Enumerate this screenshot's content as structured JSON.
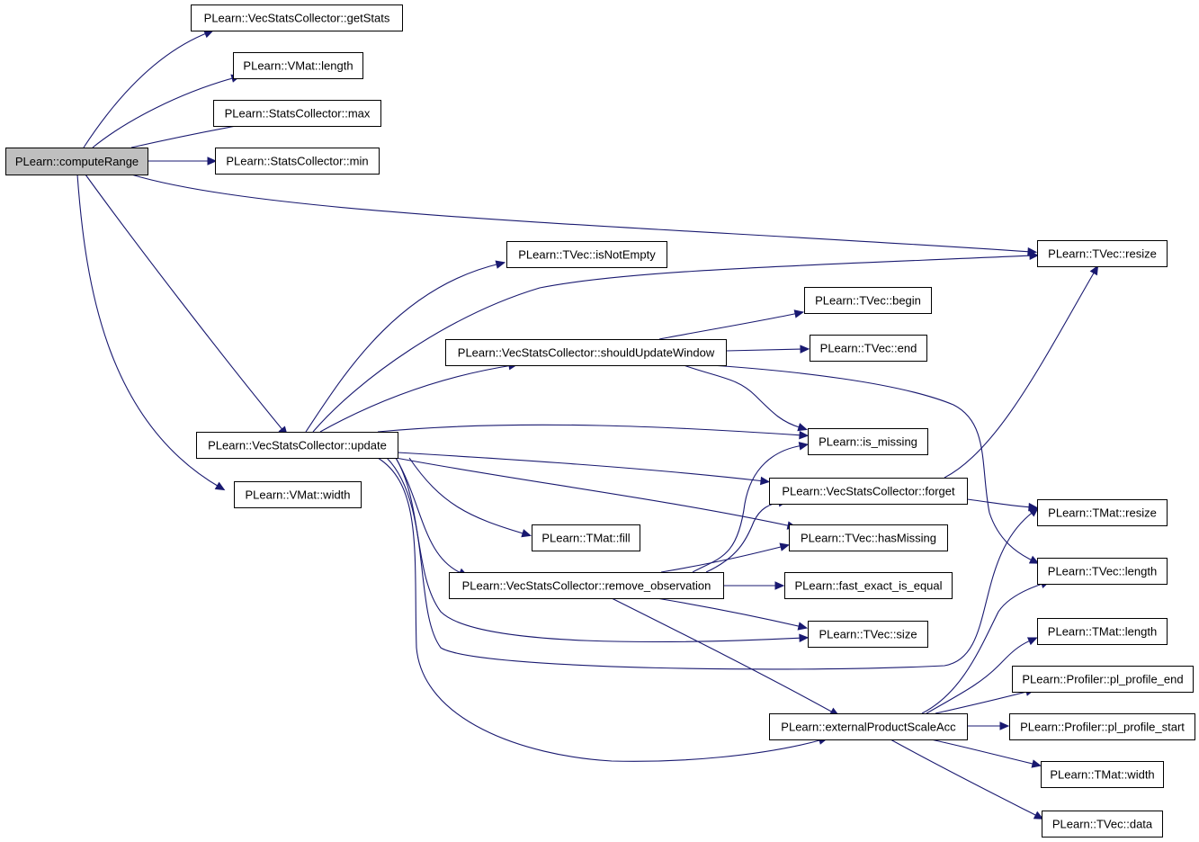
{
  "colors": {
    "edge": "#191970",
    "root_fill": "#bfbfbf",
    "node_fill": "#ffffff",
    "border": "#000000"
  },
  "nodes": [
    {
      "id": "computeRange",
      "label": "PLearn::computeRange",
      "root": true
    },
    {
      "id": "getStats",
      "label": "PLearn::VecStatsCollector::getStats"
    },
    {
      "id": "vmatLength",
      "label": "PLearn::VMat::length"
    },
    {
      "id": "scMax",
      "label": "PLearn::StatsCollector::max"
    },
    {
      "id": "scMin",
      "label": "PLearn::StatsCollector::min"
    },
    {
      "id": "update",
      "label": "PLearn::VecStatsCollector::update"
    },
    {
      "id": "vmatWidth",
      "label": "PLearn::VMat::width"
    },
    {
      "id": "isNotEmpty",
      "label": "PLearn::TVec::isNotEmpty"
    },
    {
      "id": "tvecResize",
      "label": "PLearn::TVec::resize"
    },
    {
      "id": "tvecBegin",
      "label": "PLearn::TVec::begin"
    },
    {
      "id": "shouldUpdate",
      "label": "PLearn::VecStatsCollector::shouldUpdateWindow"
    },
    {
      "id": "tvecEnd",
      "label": "PLearn::TVec::end"
    },
    {
      "id": "isMissing",
      "label": "PLearn::is_missing"
    },
    {
      "id": "forget",
      "label": "PLearn::VecStatsCollector::forget"
    },
    {
      "id": "tmatResize",
      "label": "PLearn::TMat::resize"
    },
    {
      "id": "tmatFill",
      "label": "PLearn::TMat::fill"
    },
    {
      "id": "hasMissing",
      "label": "PLearn::TVec::hasMissing"
    },
    {
      "id": "tvecLength",
      "label": "PLearn::TVec::length"
    },
    {
      "id": "removeObs",
      "label": "PLearn::VecStatsCollector::remove_observation"
    },
    {
      "id": "fastEq",
      "label": "PLearn::fast_exact_is_equal"
    },
    {
      "id": "tvecSize",
      "label": "PLearn::TVec::size"
    },
    {
      "id": "tmatLength",
      "label": "PLearn::TMat::length"
    },
    {
      "id": "profEnd",
      "label": "PLearn::Profiler::pl_profile_end"
    },
    {
      "id": "extProd",
      "label": "PLearn::externalProductScaleAcc"
    },
    {
      "id": "profStart",
      "label": "PLearn::Profiler::pl_profile_start"
    },
    {
      "id": "tmatWidth",
      "label": "PLearn::TMat::width"
    },
    {
      "id": "tvecData",
      "label": "PLearn::TVec::data"
    }
  ],
  "edges": [
    {
      "from": "computeRange",
      "to": "getStats"
    },
    {
      "from": "computeRange",
      "to": "vmatLength"
    },
    {
      "from": "computeRange",
      "to": "scMax"
    },
    {
      "from": "computeRange",
      "to": "scMin"
    },
    {
      "from": "computeRange",
      "to": "tvecResize"
    },
    {
      "from": "computeRange",
      "to": "update"
    },
    {
      "from": "computeRange",
      "to": "vmatWidth"
    },
    {
      "from": "update",
      "to": "isNotEmpty"
    },
    {
      "from": "update",
      "to": "tvecResize"
    },
    {
      "from": "update",
      "to": "shouldUpdate"
    },
    {
      "from": "update",
      "to": "isMissing"
    },
    {
      "from": "update",
      "to": "forget"
    },
    {
      "from": "update",
      "to": "hasMissing"
    },
    {
      "from": "update",
      "to": "tmatFill"
    },
    {
      "from": "update",
      "to": "removeObs"
    },
    {
      "from": "update",
      "to": "tvecSize"
    },
    {
      "from": "update",
      "to": "tmatResize"
    },
    {
      "from": "update",
      "to": "extProd"
    },
    {
      "from": "shouldUpdate",
      "to": "tvecBegin"
    },
    {
      "from": "shouldUpdate",
      "to": "tvecEnd"
    },
    {
      "from": "shouldUpdate",
      "to": "isMissing"
    },
    {
      "from": "shouldUpdate",
      "to": "tvecLength"
    },
    {
      "from": "forget",
      "to": "tvecResize"
    },
    {
      "from": "forget",
      "to": "tmatResize"
    },
    {
      "from": "removeObs",
      "to": "isMissing"
    },
    {
      "from": "removeObs",
      "to": "forget"
    },
    {
      "from": "removeObs",
      "to": "hasMissing"
    },
    {
      "from": "removeObs",
      "to": "fastEq"
    },
    {
      "from": "removeObs",
      "to": "tvecSize"
    },
    {
      "from": "removeObs",
      "to": "extProd"
    },
    {
      "from": "extProd",
      "to": "tvecLength"
    },
    {
      "from": "extProd",
      "to": "tmatLength"
    },
    {
      "from": "extProd",
      "to": "profEnd"
    },
    {
      "from": "extProd",
      "to": "profStart"
    },
    {
      "from": "extProd",
      "to": "tmatWidth"
    },
    {
      "from": "extProd",
      "to": "tvecData"
    }
  ]
}
